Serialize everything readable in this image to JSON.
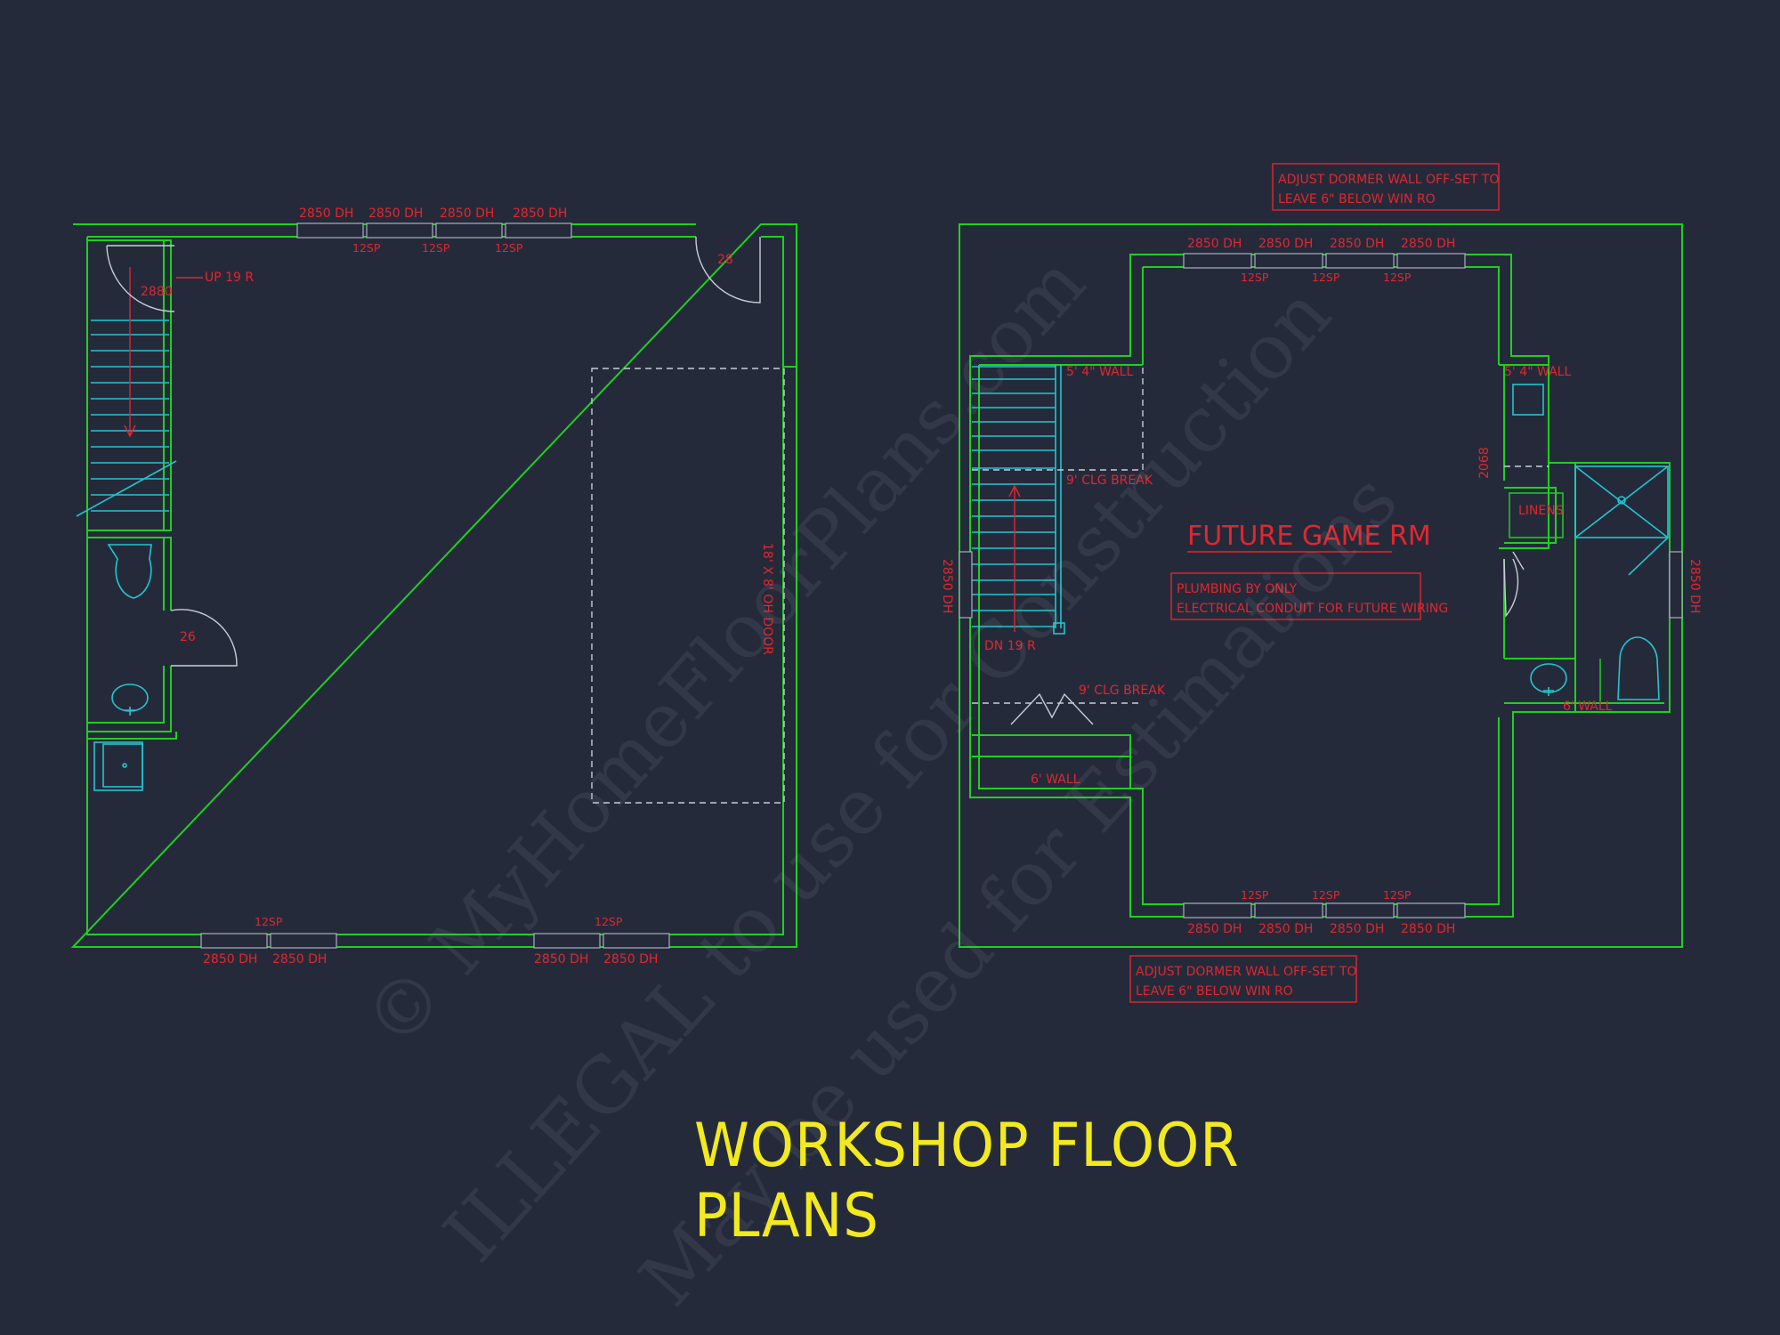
{
  "title": "WORKSHOP FLOOR PLANS",
  "watermark": {
    "line1": "© MyHomeFloorPlans.com",
    "line2": "ILLEGAL to use for Construction",
    "line3": "May be used for Estimations"
  },
  "colors": {
    "background": "#252a3b",
    "walls": "#1fd01f",
    "annotations": "#e0272d",
    "fixtures": "#21c6cf",
    "title": "#f2ea1e"
  },
  "first_floor": {
    "top_windows": [
      "2850 DH",
      "2850 DH",
      "2850 DH",
      "2850 DH"
    ],
    "top_window_tags": [
      "12SP",
      "12SP",
      "12SP"
    ],
    "door_corner": "28",
    "stair_door": "2880",
    "stair_note": "UP 19 R",
    "bath_door": "26",
    "garage_door": "18' X 8' OH DOOR",
    "bottom_left_windows": [
      "2850 DH",
      "2850 DH"
    ],
    "bottom_left_tag": "12SP",
    "bottom_right_windows": [
      "2850 DH",
      "2850 DH"
    ],
    "bottom_right_tag": "12SP"
  },
  "second_floor": {
    "room_name": "FUTURE GAME RM",
    "dormer_note_top": [
      "ADJUST DORMER WALL OFF-SET TO",
      "LEAVE 6\" BELOW WIN RO"
    ],
    "dormer_note_bottom": [
      "ADJUST DORMER WALL OFF-SET TO",
      "LEAVE 6\" BELOW WIN RO"
    ],
    "utility_note": [
      "PLUMBING BY ONLY",
      "ELECTRICAL CONDUIT FOR FUTURE WIRING"
    ],
    "top_windows": [
      "2850 DH",
      "2850 DH",
      "2850 DH",
      "2850 DH"
    ],
    "top_window_tags": [
      "12SP",
      "12SP",
      "12SP"
    ],
    "bottom_windows": [
      "2850 DH",
      "2850 DH",
      "2850 DH",
      "2850 DH"
    ],
    "bottom_window_tags": [
      "12SP",
      "12SP",
      "12SP"
    ],
    "wall_note_stair": "5' 4\" WALL",
    "clg_break_top": "9' CLG BREAK",
    "clg_break_bottom": "9' CLG BREAK",
    "stair_note": "DN 19 R",
    "left_window": "2850 DH",
    "right_window": "2850 DH",
    "wall_note_closet": "6' WALL",
    "wall_note_bath_top": "5' 4\" WALL",
    "wall_note_bath_bottom": "6' WALL",
    "linen": "LINENS",
    "bath_door": "2068"
  }
}
